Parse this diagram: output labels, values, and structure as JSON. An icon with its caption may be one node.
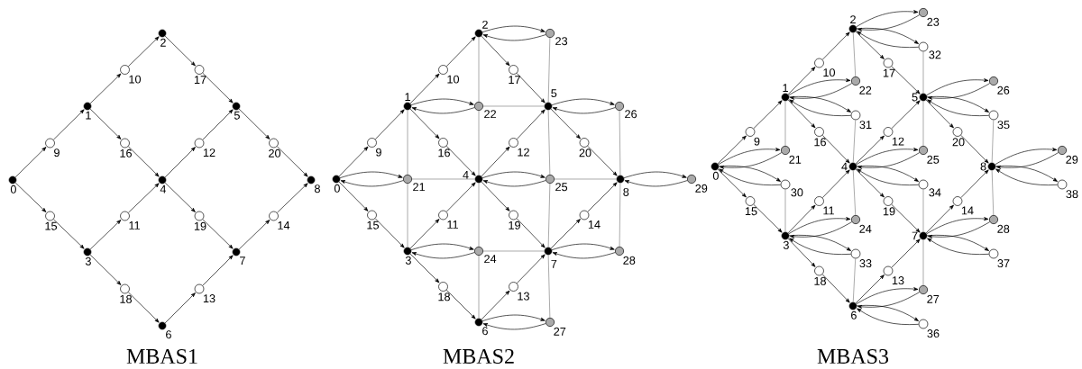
{
  "diagram": {
    "nodes": [
      {
        "text": [],
        "shape": "circle",
        "beside": [
          "0"
        ]
      },
      {
        "text": [],
        "shape": "circle",
        "beside": [
          "1"
        ]
      },
      {
        "text": [],
        "shape": "circle",
        "beside": [
          "2"
        ]
      },
      {
        "text": [],
        "shape": "circle",
        "beside": [
          "3"
        ]
      },
      {
        "text": [],
        "shape": "circle",
        "beside": [
          "4"
        ]
      },
      {
        "text": [],
        "shape": "circle",
        "beside": [
          "5"
        ]
      },
      {
        "text": [],
        "shape": "circle",
        "beside": [
          "6"
        ]
      },
      {
        "text": [],
        "shape": "circle",
        "beside": [
          "7"
        ]
      },
      {
        "text": [],
        "shape": "circle",
        "beside": [
          "8"
        ]
      },
      {
        "text": [],
        "shape": "circle",
        "beside": [
          "9"
        ]
      },
      {
        "text": [],
        "shape": "circle",
        "beside": [
          "10"
        ]
      },
      {
        "text": [],
        "shape": "circle",
        "beside": [
          "11"
        ]
      },
      {
        "text": [],
        "shape": "circle",
        "beside": [
          "12"
        ]
      },
      {
        "text": [],
        "shape": "circle",
        "beside": [
          "13"
        ]
      },
      {
        "text": [],
        "shape": "circle",
        "beside": [
          "14"
        ]
      },
      {
        "text": [],
        "shape": "circle",
        "beside": [
          "15"
        ]
      },
      {
        "text": [],
        "shape": "circle",
        "beside": [
          "16"
        ]
      },
      {
        "text": [],
        "shape": "circle",
        "beside": [
          "17"
        ]
      },
      {
        "text": [],
        "shape": "circle",
        "beside": [
          "18"
        ]
      },
      {
        "text": [],
        "shape": "circle",
        "beside": [
          "19"
        ]
      },
      {
        "text": [],
        "shape": "circle",
        "beside": [
          "20"
        ]
      },
      {
        "text": [],
        "shape": "circle",
        "beside": [
          "0"
        ]
      },
      {
        "text": [],
        "shape": "circle",
        "beside": [
          "1"
        ]
      },
      {
        "text": [],
        "shape": "circle",
        "beside": [
          "2"
        ]
      },
      {
        "text": [],
        "shape": "circle",
        "beside": [
          "3"
        ]
      },
      {
        "text": [],
        "shape": "circle",
        "beside": [
          "4"
        ]
      },
      {
        "text": [],
        "shape": "circle",
        "beside": [
          "5"
        ]
      },
      {
        "text": [],
        "shape": "circle",
        "beside": [
          "6"
        ]
      },
      {
        "text": [],
        "shape": "circle",
        "beside": [
          "7"
        ]
      },
      {
        "text": [],
        "shape": "circle",
        "beside": [
          "8"
        ]
      },
      {
        "text": [],
        "shape": "circle",
        "beside": [
          "9"
        ]
      },
      {
        "text": [],
        "shape": "circle",
        "beside": [
          "10"
        ]
      },
      {
        "text": [],
        "shape": "circle",
        "beside": [
          "11"
        ]
      },
      {
        "text": [],
        "shape": "circle",
        "beside": [
          "12"
        ]
      },
      {
        "text": [],
        "shape": "circle",
        "beside": [
          "13"
        ]
      },
      {
        "text": [],
        "shape": "circle",
        "beside": [
          "14"
        ]
      },
      {
        "text": [],
        "shape": "circle",
        "beside": [
          "15"
        ]
      },
      {
        "text": [],
        "shape": "circle",
        "beside": [
          "16"
        ]
      },
      {
        "text": [],
        "shape": "circle",
        "beside": [
          "17"
        ]
      },
      {
        "text": [],
        "shape": "circle",
        "beside": [
          "18"
        ]
      },
      {
        "text": [],
        "shape": "circle",
        "beside": [
          "19"
        ]
      },
      {
        "text": [],
        "shape": "circle",
        "beside": [
          "20"
        ]
      },
      {
        "text": [],
        "shape": "circle",
        "beside": [
          "21"
        ]
      },
      {
        "text": [],
        "shape": "circle",
        "beside": [
          "22"
        ]
      },
      {
        "text": [],
        "shape": "circle",
        "beside": [
          "23"
        ]
      },
      {
        "text": [],
        "shape": "circle",
        "beside": [
          "24"
        ]
      },
      {
        "text": [],
        "shape": "circle",
        "beside": [
          "25"
        ]
      },
      {
        "text": [],
        "shape": "circle",
        "beside": [
          "26"
        ]
      },
      {
        "text": [],
        "shape": "circle",
        "beside": [
          "27"
        ]
      },
      {
        "text": [],
        "shape": "circle",
        "beside": [
          "28"
        ]
      },
      {
        "text": [],
        "shape": "circle",
        "beside": [
          "29"
        ]
      },
      {
        "text": [],
        "shape": "circle",
        "beside": [
          "0"
        ]
      },
      {
        "text": [],
        "shape": "circle",
        "beside": [
          "1"
        ]
      },
      {
        "text": [],
        "shape": "circle",
        "beside": [
          "2"
        ]
      },
      {
        "text": [],
        "shape": "circle",
        "beside": [
          "3"
        ]
      },
      {
        "text": [],
        "shape": "circle",
        "beside": [
          "4"
        ]
      },
      {
        "text": [],
        "shape": "circle",
        "beside": [
          "5"
        ]
      },
      {
        "text": [],
        "shape": "circle",
        "beside": [
          "6"
        ]
      },
      {
        "text": [],
        "shape": "circle",
        "beside": [
          "7"
        ]
      },
      {
        "text": [],
        "shape": "circle",
        "beside": [
          "8"
        ]
      },
      {
        "text": [],
        "shape": "circle",
        "beside": [
          "9"
        ]
      },
      {
        "text": [],
        "shape": "circle",
        "beside": [
          "10"
        ]
      },
      {
        "text": [],
        "shape": "circle",
        "beside": [
          "11"
        ]
      },
      {
        "text": [],
        "shape": "circle",
        "beside": [
          "12"
        ]
      },
      {
        "text": [],
        "shape": "circle",
        "beside": [
          "13"
        ]
      },
      {
        "text": [],
        "shape": "circle",
        "beside": [
          "14"
        ]
      },
      {
        "text": [],
        "shape": "circle",
        "beside": [
          "15"
        ]
      },
      {
        "text": [],
        "shape": "circle",
        "beside": [
          "16"
        ]
      },
      {
        "text": [],
        "shape": "circle",
        "beside": [
          "17"
        ]
      },
      {
        "text": [],
        "shape": "circle",
        "beside": [
          "18"
        ]
      },
      {
        "text": [],
        "shape": "circle",
        "beside": [
          "19"
        ]
      },
      {
        "text": [],
        "shape": "circle",
        "beside": [
          "20"
        ]
      },
      {
        "text": [],
        "shape": "circle",
        "beside": [
          "21"
        ]
      },
      {
        "text": [],
        "shape": "circle",
        "beside": [
          "22"
        ]
      },
      {
        "text": [],
        "shape": "circle",
        "beside": [
          "23"
        ]
      },
      {
        "text": [],
        "shape": "circle",
        "beside": [
          "24"
        ]
      },
      {
        "text": [],
        "shape": "circle",
        "beside": [
          "25"
        ]
      },
      {
        "text": [],
        "shape": "circle",
        "beside": [
          "26"
        ]
      },
      {
        "text": [],
        "shape": "circle",
        "beside": [
          "27"
        ]
      },
      {
        "text": [],
        "shape": "circle",
        "beside": [
          "28"
        ]
      },
      {
        "text": [],
        "shape": "circle",
        "beside": [
          "29"
        ]
      },
      {
        "text": [],
        "shape": "circle",
        "beside": [
          "30"
        ]
      },
      {
        "text": [],
        "shape": "circle",
        "beside": [
          "31"
        ]
      },
      {
        "text": [],
        "shape": "circle",
        "beside": [
          "32"
        ]
      },
      {
        "text": [],
        "shape": "circle",
        "beside": [
          "33"
        ]
      },
      {
        "text": [],
        "shape": "circle",
        "beside": [
          "34"
        ]
      },
      {
        "text": [],
        "shape": "circle",
        "beside": [
          "35"
        ]
      },
      {
        "text": [],
        "shape": "circle",
        "beside": [
          "36"
        ]
      },
      {
        "text": [],
        "shape": "circle",
        "beside": [
          "37"
        ]
      },
      {
        "text": [],
        "shape": "circle",
        "beside": [
          "38"
        ]
      }
    ],
    "edges": [
      {
        "from": 0,
        "to": 9,
        "arrow": "to"
      },
      {
        "from": 9,
        "to": 1,
        "arrow": "to"
      },
      {
        "from": 1,
        "to": 10,
        "arrow": "to"
      },
      {
        "from": 10,
        "to": 2,
        "arrow": "to"
      },
      {
        "from": 3,
        "to": 11,
        "arrow": "to"
      },
      {
        "from": 11,
        "to": 4,
        "arrow": "to"
      },
      {
        "from": 4,
        "to": 12,
        "arrow": "to"
      },
      {
        "from": 12,
        "to": 5,
        "arrow": "to"
      },
      {
        "from": 6,
        "to": 13,
        "arrow": "to"
      },
      {
        "from": 13,
        "to": 7,
        "arrow": "to"
      },
      {
        "from": 7,
        "to": 14,
        "arrow": "to"
      },
      {
        "from": 14,
        "to": 8,
        "arrow": "to"
      },
      {
        "from": 0,
        "to": 15,
        "arrow": "to"
      },
      {
        "from": 15,
        "to": 3,
        "arrow": "to"
      },
      {
        "from": 1,
        "to": 16,
        "arrow": "to"
      },
      {
        "from": 16,
        "to": 4,
        "arrow": "to"
      },
      {
        "from": 2,
        "to": 17,
        "arrow": "to"
      },
      {
        "from": 17,
        "to": 5,
        "arrow": "to"
      },
      {
        "from": 3,
        "to": 18,
        "arrow": "to"
      },
      {
        "from": 18,
        "to": 6,
        "arrow": "to"
      },
      {
        "from": 4,
        "to": 19,
        "arrow": "to"
      },
      {
        "from": 19,
        "to": 7,
        "arrow": "to"
      },
      {
        "from": 5,
        "to": 20,
        "arrow": "to"
      },
      {
        "from": 20,
        "to": 8,
        "arrow": "to"
      },
      {
        "from": 21,
        "to": 30,
        "arrow": "to"
      },
      {
        "from": 30,
        "to": 22,
        "arrow": "to"
      },
      {
        "from": 22,
        "to": 31,
        "arrow": "to"
      },
      {
        "from": 31,
        "to": 23,
        "arrow": "to"
      },
      {
        "from": 24,
        "to": 32,
        "arrow": "to"
      },
      {
        "from": 32,
        "to": 25,
        "arrow": "to"
      },
      {
        "from": 25,
        "to": 33,
        "arrow": "to"
      },
      {
        "from": 33,
        "to": 26,
        "arrow": "to"
      },
      {
        "from": 27,
        "to": 34,
        "arrow": "to"
      },
      {
        "from": 34,
        "to": 28,
        "arrow": "to"
      },
      {
        "from": 28,
        "to": 35,
        "arrow": "to"
      },
      {
        "from": 35,
        "to": 29,
        "arrow": "to"
      },
      {
        "from": 21,
        "to": 36,
        "arrow": "to"
      },
      {
        "from": 36,
        "to": 24,
        "arrow": "to"
      },
      {
        "from": 22,
        "to": 37,
        "arrow": "to"
      },
      {
        "from": 37,
        "to": 25,
        "arrow": "to"
      },
      {
        "from": 23,
        "to": 38,
        "arrow": "to"
      },
      {
        "from": 38,
        "to": 26,
        "arrow": "to"
      },
      {
        "from": 24,
        "to": 39,
        "arrow": "to"
      },
      {
        "from": 39,
        "to": 27,
        "arrow": "to"
      },
      {
        "from": 25,
        "to": 40,
        "arrow": "to"
      },
      {
        "from": 40,
        "to": 28,
        "arrow": "to"
      },
      {
        "from": 26,
        "to": 41,
        "arrow": "to"
      },
      {
        "from": 41,
        "to": 29,
        "arrow": "to"
      },
      {
        "from": 21,
        "to": 42,
        "arrow": "to"
      },
      {
        "from": 42,
        "to": 21,
        "arrow": "to"
      },
      {
        "from": 22,
        "to": 43,
        "arrow": "to"
      },
      {
        "from": 43,
        "to": 22,
        "arrow": "to"
      },
      {
        "from": 23,
        "to": 44,
        "arrow": "to"
      },
      {
        "from": 44,
        "to": 23,
        "arrow": "to"
      },
      {
        "from": 24,
        "to": 45,
        "arrow": "to"
      },
      {
        "from": 45,
        "to": 24,
        "arrow": "to"
      },
      {
        "from": 25,
        "to": 46,
        "arrow": "to"
      },
      {
        "from": 46,
        "to": 25,
        "arrow": "to"
      },
      {
        "from": 26,
        "to": 47,
        "arrow": "to"
      },
      {
        "from": 47,
        "to": 26,
        "arrow": "to"
      },
      {
        "from": 27,
        "to": 48,
        "arrow": "to"
      },
      {
        "from": 48,
        "to": 27,
        "arrow": "to"
      },
      {
        "from": 28,
        "to": 49,
        "arrow": "to"
      },
      {
        "from": 49,
        "to": 28,
        "arrow": "to"
      },
      {
        "from": 29,
        "to": 50,
        "arrow": "to"
      },
      {
        "from": 50,
        "to": 29,
        "arrow": "to"
      },
      {
        "from": 22,
        "to": 42,
        "arrow": "none",
        "color": "#808080"
      },
      {
        "from": 42,
        "to": 24,
        "arrow": "none",
        "color": "#808080"
      },
      {
        "from": 23,
        "to": 43,
        "arrow": "none",
        "color": "#808080"
      },
      {
        "from": 43,
        "to": 25,
        "arrow": "none",
        "color": "#808080"
      },
      {
        "from": 25,
        "to": 45,
        "arrow": "none",
        "color": "#808080"
      },
      {
        "from": 45,
        "to": 27,
        "arrow": "none",
        "color": "#808080"
      },
      {
        "from": 44,
        "to": 26,
        "arrow": "none",
        "color": "#808080"
      },
      {
        "from": 26,
        "to": 46,
        "arrow": "none",
        "color": "#808080"
      },
      {
        "from": 46,
        "to": 28,
        "arrow": "none",
        "color": "#808080"
      },
      {
        "from": 28,
        "to": 48,
        "arrow": "none",
        "color": "#808080"
      },
      {
        "from": 47,
        "to": 29,
        "arrow": "none",
        "color": "#808080"
      },
      {
        "from": 29,
        "to": 49,
        "arrow": "none",
        "color": "#808080"
      },
      {
        "from": 43,
        "to": 26,
        "arrow": "none",
        "color": "#808080"
      },
      {
        "from": 42,
        "to": 25,
        "arrow": "none",
        "color": "#808080"
      },
      {
        "from": 46,
        "to": 29,
        "arrow": "none",
        "color": "#808080"
      },
      {
        "from": 45,
        "to": 28,
        "arrow": "none",
        "color": "#808080"
      },
      {
        "from": 51,
        "to": 60,
        "arrow": "to"
      },
      {
        "from": 60,
        "to": 52,
        "arrow": "to"
      },
      {
        "from": 52,
        "to": 61,
        "arrow": "to"
      },
      {
        "from": 61,
        "to": 53,
        "arrow": "to"
      },
      {
        "from": 54,
        "to": 62,
        "arrow": "to"
      },
      {
        "from": 62,
        "to": 55,
        "arrow": "to"
      },
      {
        "from": 55,
        "to": 63,
        "arrow": "to"
      },
      {
        "from": 63,
        "to": 56,
        "arrow": "to"
      },
      {
        "from": 57,
        "to": 64,
        "arrow": "to"
      },
      {
        "from": 64,
        "to": 58,
        "arrow": "to"
      },
      {
        "from": 58,
        "to": 65,
        "arrow": "to"
      },
      {
        "from": 65,
        "to": 59,
        "arrow": "to"
      },
      {
        "from": 51,
        "to": 66,
        "arrow": "to"
      },
      {
        "from": 66,
        "to": 54,
        "arrow": "to"
      },
      {
        "from": 52,
        "to": 67,
        "arrow": "to"
      },
      {
        "from": 67,
        "to": 55,
        "arrow": "to"
      },
      {
        "from": 53,
        "to": 68,
        "arrow": "to"
      },
      {
        "from": 68,
        "to": 56,
        "arrow": "to"
      },
      {
        "from": 54,
        "to": 69,
        "arrow": "to"
      },
      {
        "from": 69,
        "to": 57,
        "arrow": "to"
      },
      {
        "from": 55,
        "to": 70,
        "arrow": "to"
      },
      {
        "from": 70,
        "to": 58,
        "arrow": "to"
      },
      {
        "from": 56,
        "to": 71,
        "arrow": "to"
      },
      {
        "from": 71,
        "to": 59,
        "arrow": "to"
      },
      {
        "from": 51,
        "to": 72,
        "arrow": "to"
      },
      {
        "from": 72,
        "to": 51,
        "arrow": "to"
      },
      {
        "from": 52,
        "to": 73,
        "arrow": "to"
      },
      {
        "from": 73,
        "to": 52,
        "arrow": "to"
      },
      {
        "from": 53,
        "to": 74,
        "arrow": "to"
      },
      {
        "from": 74,
        "to": 53,
        "arrow": "to"
      },
      {
        "from": 54,
        "to": 75,
        "arrow": "to"
      },
      {
        "from": 75,
        "to": 54,
        "arrow": "to"
      },
      {
        "from": 55,
        "to": 76,
        "arrow": "to"
      },
      {
        "from": 76,
        "to": 55,
        "arrow": "to"
      },
      {
        "from": 56,
        "to": 77,
        "arrow": "to"
      },
      {
        "from": 77,
        "to": 56,
        "arrow": "to"
      },
      {
        "from": 57,
        "to": 78,
        "arrow": "to"
      },
      {
        "from": 78,
        "to": 57,
        "arrow": "to"
      },
      {
        "from": 58,
        "to": 79,
        "arrow": "to"
      },
      {
        "from": 79,
        "to": 58,
        "arrow": "to"
      },
      {
        "from": 59,
        "to": 80,
        "arrow": "to"
      },
      {
        "from": 80,
        "to": 59,
        "arrow": "to"
      },
      {
        "from": 51,
        "to": 81,
        "arrow": "to"
      },
      {
        "from": 81,
        "to": 51,
        "arrow": "to"
      },
      {
        "from": 52,
        "to": 82,
        "arrow": "to"
      },
      {
        "from": 82,
        "to": 52,
        "arrow": "to"
      },
      {
        "from": 53,
        "to": 83,
        "arrow": "to"
      },
      {
        "from": 83,
        "to": 53,
        "arrow": "to"
      },
      {
        "from": 54,
        "to": 84,
        "arrow": "to"
      },
      {
        "from": 84,
        "to": 54,
        "arrow": "to"
      },
      {
        "from": 55,
        "to": 85,
        "arrow": "to"
      },
      {
        "from": 85,
        "to": 55,
        "arrow": "to"
      },
      {
        "from": 56,
        "to": 86,
        "arrow": "to"
      },
      {
        "from": 86,
        "to": 56,
        "arrow": "to"
      },
      {
        "from": 57,
        "to": 87,
        "arrow": "to"
      },
      {
        "from": 87,
        "to": 57,
        "arrow": "to"
      },
      {
        "from": 58,
        "to": 88,
        "arrow": "to"
      },
      {
        "from": 88,
        "to": 58,
        "arrow": "to"
      },
      {
        "from": 59,
        "to": 89,
        "arrow": "to"
      },
      {
        "from": 89,
        "to": 59,
        "arrow": "to"
      },
      {
        "from": 52,
        "to": 72,
        "arrow": "none",
        "color": "#808080"
      },
      {
        "from": 81,
        "to": 54,
        "arrow": "none",
        "color": "#808080"
      },
      {
        "from": 53,
        "to": 73,
        "arrow": "none",
        "color": "#808080"
      },
      {
        "from": 82,
        "to": 55,
        "arrow": "none",
        "color": "#808080"
      },
      {
        "from": 55,
        "to": 75,
        "arrow": "none",
        "color": "#808080"
      },
      {
        "from": 84,
        "to": 57,
        "arrow": "none",
        "color": "#808080"
      },
      {
        "from": 83,
        "to": 56,
        "arrow": "none",
        "color": "#808080"
      },
      {
        "from": 56,
        "to": 76,
        "arrow": "none",
        "color": "#808080"
      },
      {
        "from": 85,
        "to": 58,
        "arrow": "none",
        "color": "#808080"
      },
      {
        "from": 58,
        "to": 78,
        "arrow": "none",
        "color": "#808080"
      },
      {
        "from": 86,
        "to": 59,
        "arrow": "none",
        "color": "#808080"
      },
      {
        "from": 59,
        "to": 79,
        "arrow": "none",
        "color": "#808080"
      }
    ],
    "labels": [
      "MBAS1",
      "MBAS2",
      "MBAS3"
    ]
  }
}
